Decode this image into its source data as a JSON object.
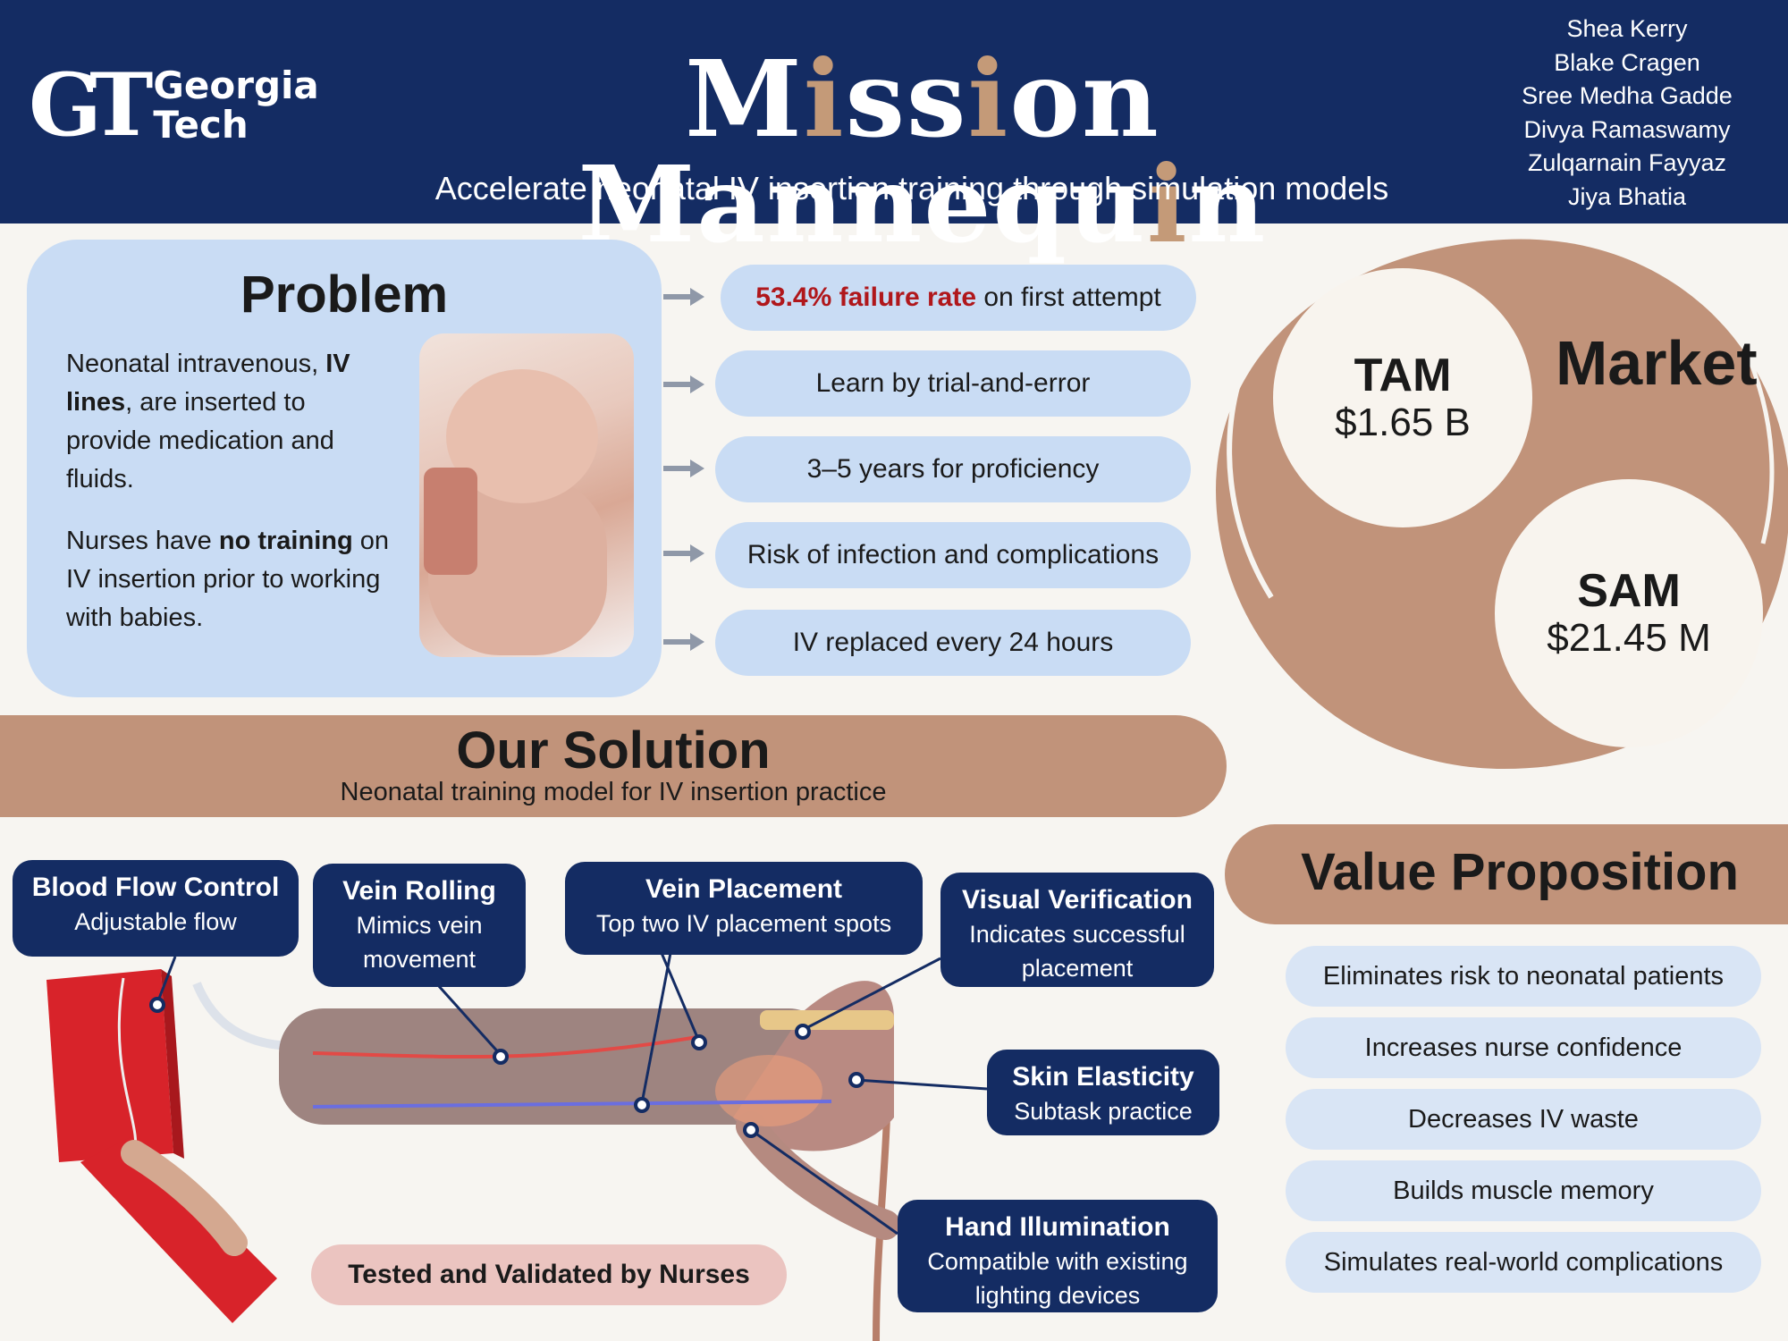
{
  "header": {
    "logo_mark": "GT",
    "logo_line1": "Georgia",
    "logo_line2": "Tech",
    "title_part1": "M",
    "title_i1": "i",
    "title_part2": "ss",
    "title_i2": "i",
    "title_part3": "on Mannequ",
    "title_i3": "i",
    "title_part4": "n",
    "subtitle": "Accelerate neonatal IV insertion training through simulation models",
    "team": [
      "Shea Kerry",
      "Blake Cragen",
      "Sree Medha Gadde",
      "Divya Ramaswamy",
      "Zulqarnain Fayyaz",
      "Jiya Bhatia"
    ]
  },
  "problem": {
    "title": "Problem",
    "p1_a": "Neonatal intravenous, ",
    "p1_b": "IV lines",
    "p1_c": ", are inserted to provide medication and fluids.",
    "p2_a": "Nurses have ",
    "p2_b": "no training",
    "p2_c": " on IV insertion prior to working with babies.",
    "facts": [
      {
        "highlight": "53.4% failure rate",
        "rest": " on first attempt"
      },
      {
        "highlight": "",
        "rest": "Learn by trial-and-error"
      },
      {
        "highlight": "",
        "rest": "3–5 years for proficiency"
      },
      {
        "highlight": "",
        "rest": "Risk of infection and complications"
      },
      {
        "highlight": "",
        "rest": "IV replaced every 24 hours"
      }
    ]
  },
  "market": {
    "label": "Market",
    "tam_label": "TAM",
    "tam_value": "$1.65 B",
    "sam_label": "SAM",
    "sam_value": "$21.45 M"
  },
  "solution": {
    "title": "Our Solution",
    "subtitle": "Neonatal training model for IV insertion practice",
    "features": [
      {
        "title": "Blood Flow Control",
        "desc": "Adjustable flow"
      },
      {
        "title": "Vein Rolling",
        "desc": "Mimics vein movement"
      },
      {
        "title": "Vein Placement",
        "desc": "Top two IV placement spots"
      },
      {
        "title": "Visual Verification",
        "desc": "Indicates successful placement"
      },
      {
        "title": "Skin Elasticity",
        "desc": "Subtask practice"
      },
      {
        "title": "Hand Illumination",
        "desc": "Compatible with existing lighting devices"
      }
    ],
    "tested": "Tested and Validated by Nurses"
  },
  "value_proposition": {
    "title": "Value Proposition",
    "items": [
      "Eliminates risk to neonatal patients",
      "Increases nurse confidence",
      "Decreases IV waste",
      "Builds muscle memory",
      "Simulates real-world complications"
    ]
  },
  "colors": {
    "navy": "#142c63",
    "tan": "#c1937a",
    "light_blue": "#c9dcf4",
    "red_highlight": "#b0171b",
    "pink": "#ebc4c0"
  }
}
